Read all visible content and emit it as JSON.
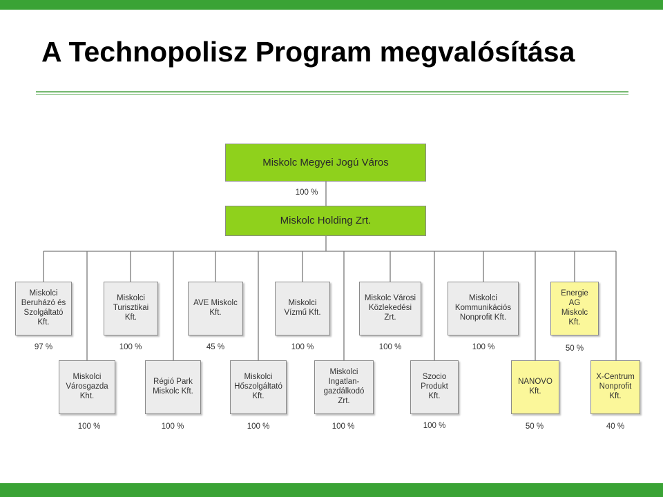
{
  "slide": {
    "title": "A Technopolisz Program megvalósítása",
    "accent_color": "#3aa335"
  },
  "org_chart": {
    "root": {
      "label": "Miskolc Megyei Jogú Város"
    },
    "root_to_holding_pct": "100 %",
    "holding": {
      "label": "Miskolc Holding Zrt."
    },
    "top_row": [
      {
        "label": "Miskolci\nBeruházó és\nSzolgáltató\nKft.",
        "pct": "97 %"
      },
      {
        "label": "Miskolci\nTurisztikai\nKft.",
        "pct": "100 %"
      },
      {
        "label": "AVE Miskolc\nKft.",
        "pct": "45 %"
      },
      {
        "label": "Miskolci\nVízmű Kft.",
        "pct": "100 %"
      },
      {
        "label": "Miskolc Városi\nKözlekedési\nZrt.",
        "pct": "100 %"
      },
      {
        "label": "Miskolci\nKommunikációs\nNonprofit Kft.",
        "pct": "100 %"
      },
      {
        "label": "Energie\nAG\nMiskolc\nKft.",
        "pct": "50 %"
      }
    ],
    "bottom_row": [
      {
        "label": "Miskolci\nVárosgazda\nKht.",
        "pct": "100 %"
      },
      {
        "label": "Régió Park\nMiskolc Kft.",
        "pct": "100 %"
      },
      {
        "label": "Miskolci\nHőszolgáltató\nKft.",
        "pct": "100 %"
      },
      {
        "label": "Miskolci\nIngatlan-\ngazdálkodó\nZrt.",
        "pct": "100 %"
      },
      {
        "label": "Szocio\nProdukt\nKft.",
        "pct": "100 %"
      },
      {
        "label": "NANOVO\nKft.",
        "pct": "50 %"
      },
      {
        "label": "X-Centrum\nNonprofit\nKft.",
        "pct": "40 %"
      }
    ],
    "colors": {
      "parent_fill": "#8fd11c",
      "full_owned_fill": "#ececec",
      "partial_owned_fill": "#fbf79a"
    }
  }
}
